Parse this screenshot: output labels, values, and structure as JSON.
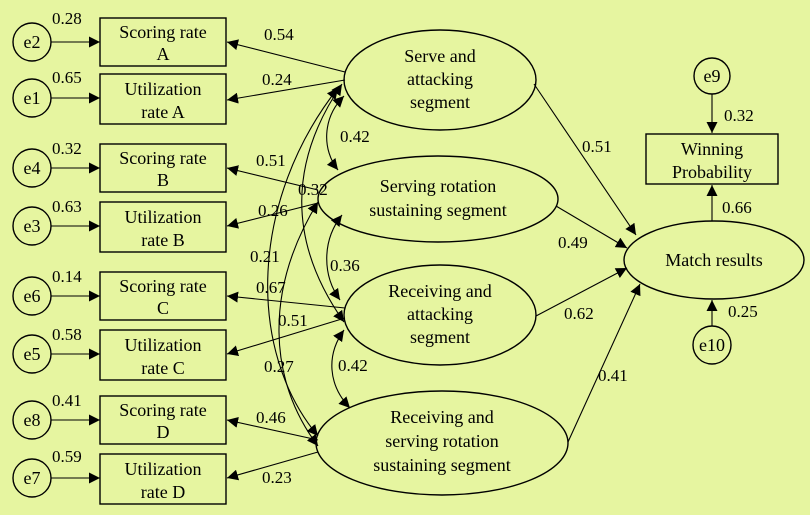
{
  "errors": {
    "e1": "e1",
    "e2": "e2",
    "e3": "e3",
    "e4": "e4",
    "e5": "e5",
    "e6": "e6",
    "e7": "e7",
    "e8": "e8",
    "e9": "e9",
    "e10": "e10"
  },
  "indicators": {
    "scoring_a": [
      "Scoring rate",
      "A"
    ],
    "util_a": [
      "Utilization",
      "rate A"
    ],
    "scoring_b": [
      "Scoring rate",
      "B"
    ],
    "util_b": [
      "Utilization",
      "rate B"
    ],
    "scoring_c": [
      "Scoring rate",
      "C"
    ],
    "util_c": [
      "Utilization",
      "rate C"
    ],
    "scoring_d": [
      "Scoring rate",
      "D"
    ],
    "util_d": [
      "Utilization",
      "rate D"
    ]
  },
  "latents": {
    "serve_attack": [
      "Serve and",
      "attacking",
      "segment"
    ],
    "serve_rot": [
      "Serving rotation",
      "sustaining segment"
    ],
    "recv_attack": [
      "Receiving and",
      "attacking",
      "segment"
    ],
    "recv_serve_rot": [
      "Receiving and",
      "serving rotation",
      "sustaining segment"
    ],
    "match": "Match results"
  },
  "winning": [
    "Winning",
    "Probability"
  ],
  "coefficients": {
    "e2": "0.28",
    "e1": "0.65",
    "e4": "0.32",
    "e3": "0.63",
    "e6": "0.14",
    "e5": "0.58",
    "e8": "0.41",
    "e7": "0.59",
    "sa_scoring_a": "0.54",
    "sa_util_a": "0.24",
    "sr_scoring_b": "0.51",
    "sr_util_b": "0.26",
    "ra_scoring_c": "0.67",
    "ra_util_c": "0.51",
    "rs_scoring_d": "0.46",
    "rs_util_d": "0.23",
    "cov_sa_sr": "0.42",
    "cov_sr_ra": "0.36",
    "cov_ra_rs": "0.42",
    "cov_sa_ra": "0.32",
    "cov_sa_rs": "0.21",
    "cov_sr_rs": "0.27",
    "sa_match": "0.51",
    "sr_match": "0.49",
    "ra_match": "0.62",
    "rs_match": "0.41",
    "match_win": "0.66",
    "e9": "0.32",
    "e10": "0.25"
  }
}
